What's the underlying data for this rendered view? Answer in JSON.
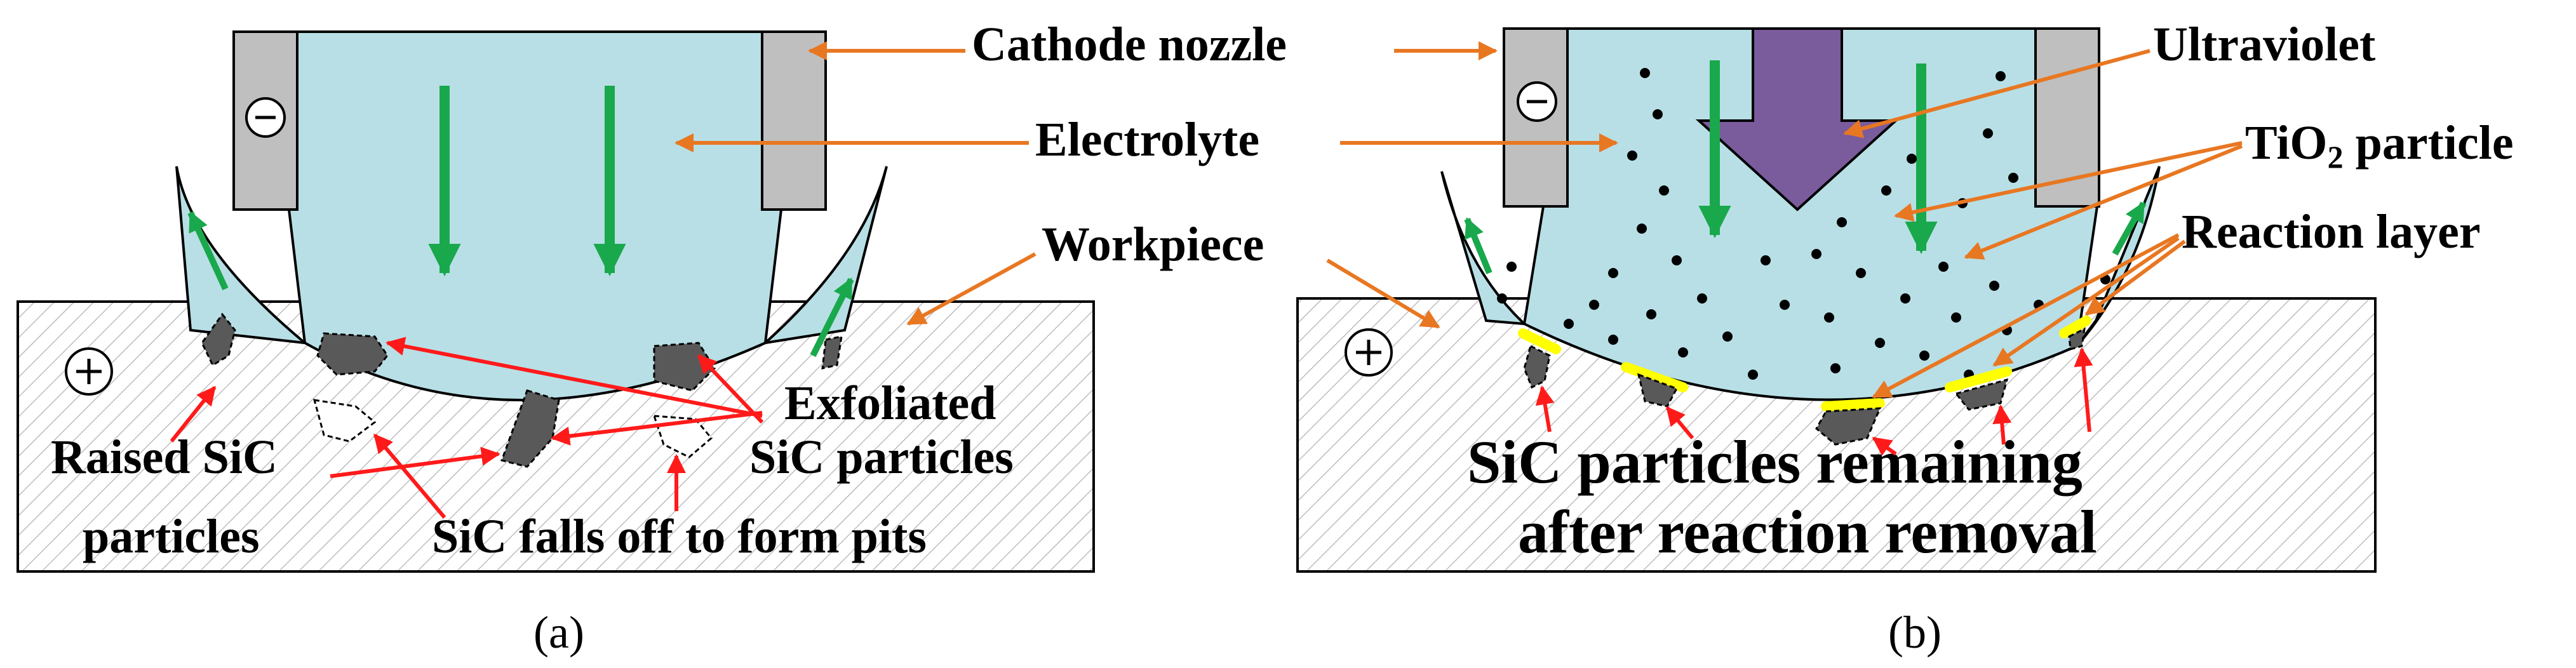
{
  "colors": {
    "electrolyte": "#b8dfe6",
    "nozzle": "#bfbfbf",
    "workpiece_hatch": "#bdbdbd",
    "sic_particle": "#595959",
    "flow_arrow": "#19a84c",
    "label_arrow_orange": "#e87722",
    "label_arrow_red": "#ff1a1a",
    "ultraviolet": "#7a5b9c",
    "reaction_layer": "#ffff00",
    "outline": "#000000"
  },
  "icons": {
    "anode": "plus-circle-icon",
    "cathode": "minus-circle-icon"
  },
  "panel_a": {
    "caption": "(a)",
    "cathode_sign": "⊖",
    "anode_sign": "⊕",
    "labels": {
      "cathode_nozzle": "Cathode nozzle",
      "electrolyte": "Electrolyte",
      "workpiece": "Workpiece",
      "exfoliated_line1": "Exfoliated",
      "exfoliated_line2": "SiC particles",
      "raised_line1": "Raised SiC",
      "raised_line2": "particles",
      "pits": "SiC falls off to form pits"
    }
  },
  "panel_b": {
    "caption": "(b)",
    "cathode_sign": "⊖",
    "anode_sign": "⊕",
    "labels": {
      "ultraviolet": "Ultraviolet",
      "tio2_main": "TiO",
      "tio2_sub": "2",
      "tio2_rest": " particle",
      "reaction_layer": "Reaction layer",
      "remaining_line1": "SiC particles remaining",
      "remaining_line2": "after reaction removal"
    }
  }
}
